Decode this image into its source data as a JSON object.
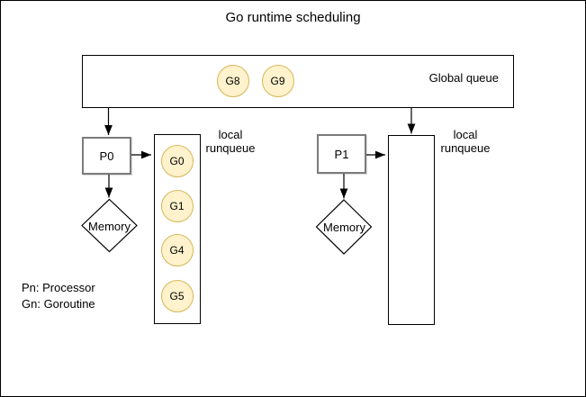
{
  "title": "Go runtime scheduling",
  "global_queue": {
    "label": "Global queue",
    "goroutines": [
      "G8",
      "G9"
    ]
  },
  "processors": [
    {
      "label": "P0",
      "memory_label": "Memory",
      "runqueue_label": {
        "line1": "local",
        "line2": "runqueue"
      },
      "goroutines": [
        "G0",
        "G1",
        "G4",
        "G5"
      ]
    },
    {
      "label": "P1",
      "memory_label": "Memory",
      "runqueue_label": {
        "line1": "local",
        "line2": "runqueue"
      },
      "goroutines": []
    }
  ],
  "legend": {
    "processor": "Pn: Processor",
    "goroutine": "Gn: Goroutine"
  },
  "colors": {
    "goroutine_fill": "#fff2cc",
    "goroutine_stroke": "#d6b656",
    "processor_border": "#7b7b7b",
    "line": "#000000",
    "background": "#ffffff"
  }
}
